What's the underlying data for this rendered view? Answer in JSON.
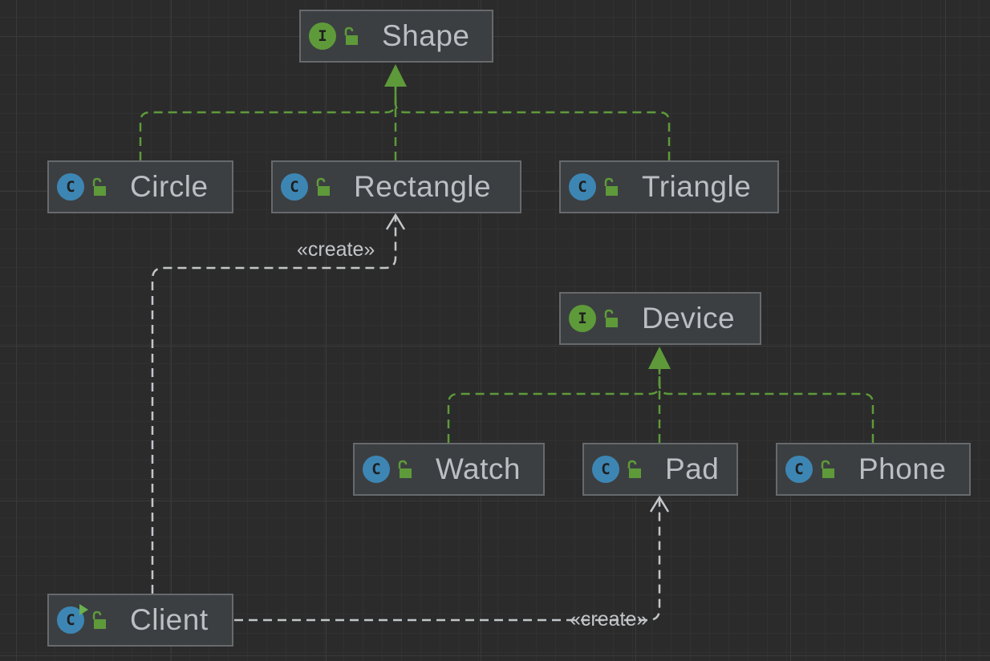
{
  "colors": {
    "background": "#2b2b2b",
    "node_fill": "#3c3f41",
    "node_border": "#666a6d",
    "realization_edge": "#5e9a3a",
    "dependency_edge": "#c3c6c9",
    "interface_icon": "#5e9a3a",
    "class_icon": "#3d86b4"
  },
  "nodes": {
    "shape": {
      "label": "Shape",
      "kind": "interface",
      "kind_letter": "I",
      "icon": "interface-icon"
    },
    "circle": {
      "label": "Circle",
      "kind": "class",
      "kind_letter": "C",
      "icon": "class-icon"
    },
    "rectangle": {
      "label": "Rectangle",
      "kind": "class",
      "kind_letter": "C",
      "icon": "class-icon"
    },
    "triangle": {
      "label": "Triangle",
      "kind": "class",
      "kind_letter": "C",
      "icon": "class-icon"
    },
    "device": {
      "label": "Device",
      "kind": "interface",
      "kind_letter": "I",
      "icon": "interface-icon"
    },
    "watch": {
      "label": "Watch",
      "kind": "class",
      "kind_letter": "C",
      "icon": "class-icon"
    },
    "pad": {
      "label": "Pad",
      "kind": "class",
      "kind_letter": "C",
      "icon": "class-icon"
    },
    "phone": {
      "label": "Phone",
      "kind": "class",
      "kind_letter": "C",
      "icon": "class-icon"
    },
    "client": {
      "label": "Client",
      "kind": "runnable-class",
      "kind_letter": "C",
      "icon": "runnable-class-icon"
    }
  },
  "edges": {
    "realizations": [
      {
        "from": "Circle",
        "to": "Shape"
      },
      {
        "from": "Rectangle",
        "to": "Shape"
      },
      {
        "from": "Triangle",
        "to": "Shape"
      },
      {
        "from": "Watch",
        "to": "Device"
      },
      {
        "from": "Pad",
        "to": "Device"
      },
      {
        "from": "Phone",
        "to": "Device"
      }
    ],
    "dependencies": [
      {
        "from": "Client",
        "to": "Rectangle",
        "label": "«create»"
      },
      {
        "from": "Client",
        "to": "Pad",
        "label": "«create»"
      }
    ]
  }
}
